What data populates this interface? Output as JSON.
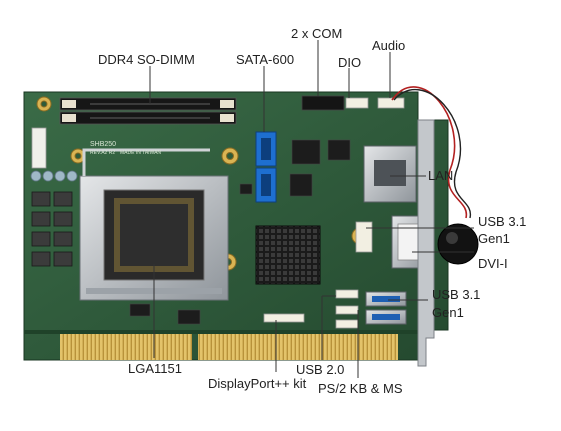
{
  "labels": {
    "ddr4": "DDR4 SO-DIMM",
    "sata": "SATA-600",
    "com": "2 x COM",
    "dio": "DIO",
    "audio": "Audio",
    "lan": "LAN",
    "usb31_top_1": "USB 3.1",
    "usb31_top_2": "Gen1",
    "dvi": "DVI-I",
    "usb31_bot_1": "USB 3.1",
    "usb31_bot_2": "Gen1",
    "lga": "LGA1151",
    "usb20": "USB 2.0",
    "displayport": "DisplayPort++ kit",
    "ps2": "PS/2 KB & MS"
  },
  "board": {
    "silkscreen_model": "SHB250",
    "silkscreen_rev": "REV.A2 R2",
    "silkscreen_made": "MADE IN TAIWAN"
  },
  "colors": {
    "pcb": "#2e5b3a",
    "pcb_dark": "#1f4229",
    "gold": "#c9a545",
    "sata_blue": "#1e6fd0",
    "metal": "#bfc3c7",
    "leader": "#333333"
  }
}
